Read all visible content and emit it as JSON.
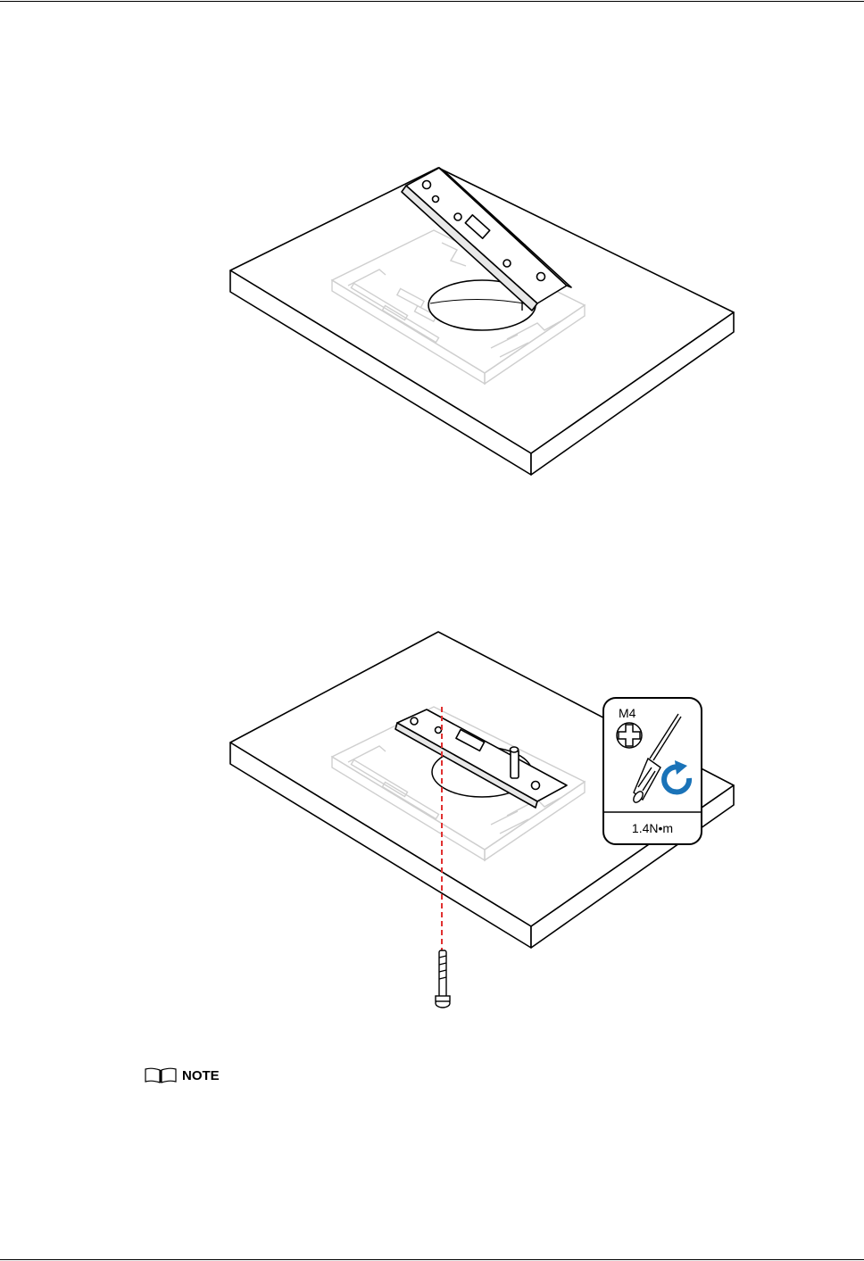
{
  "figure2": {
    "badge": {
      "screw_size": "M4",
      "torque": "1.4N•m",
      "icons": [
        "phillips-head-icon",
        "screwdriver-icon",
        "clockwise-arrow-icon"
      ],
      "arrow_color": "#1a73b8"
    },
    "guide_line_color": "#e03030"
  },
  "note": {
    "label": "NOTE",
    "icon": "book-icon"
  }
}
